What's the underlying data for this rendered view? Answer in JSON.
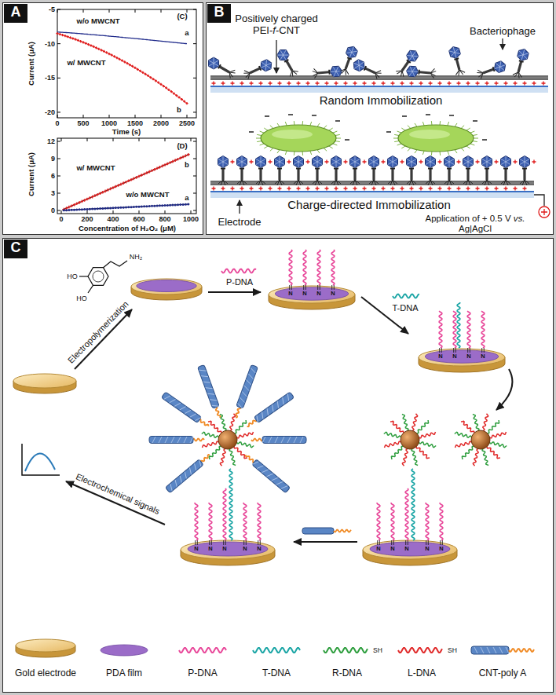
{
  "diagram": {
    "nodes": [
      {
        "text": [
          "A"
        ]
      },
      {
        "text": [
          "B"
        ]
      },
      {
        "text": [
          "C"
        ]
      }
    ],
    "labels": [
      "(C)",
      "w/o MWCNT",
      "a",
      "w/ MWCNT",
      "b",
      "-5",
      "-10",
      "-15",
      "-20",
      "0",
      "500",
      "1000",
      "1500",
      "2000",
      "2500",
      "Time (s)",
      "Current (μA)",
      "(D)",
      "w/ MWCNT",
      "b",
      "w/o MWCNT",
      "a",
      "12",
      "9",
      "6",
      "3",
      "0",
      "0",
      "200",
      "400",
      "600",
      "800",
      "1000",
      "Concentration of H₂O₂ (μM)",
      "Current (μA)",
      "Bacteriophage",
      "Positively charged PEI-f-CNT",
      "Random Immobilization",
      "Charge-directed Immobilization",
      "Electrode",
      "Application of + 0.5 V vs. Ag|AgCl",
      "Electropolymerization",
      "NH₂",
      "HO",
      "HO",
      "P-DNA",
      "T-DNA",
      "Electrochemical signals",
      "N",
      "N",
      "N",
      "N",
      "N",
      "N",
      "N",
      "N",
      "N",
      "N",
      "N",
      "N",
      "N",
      "N",
      "N",
      "N",
      "N",
      "N",
      "SH",
      "SH"
    ],
    "legend": [
      {
        "text": "Gold electrode"
      },
      {
        "text": "PDA film"
      },
      {
        "text": "P-DNA"
      },
      {
        "text": "T-DNA"
      },
      {
        "text": "R-DNA"
      },
      {
        "text": "L-DNA"
      },
      {
        "text": "CNT-poly A"
      }
    ]
  }
}
